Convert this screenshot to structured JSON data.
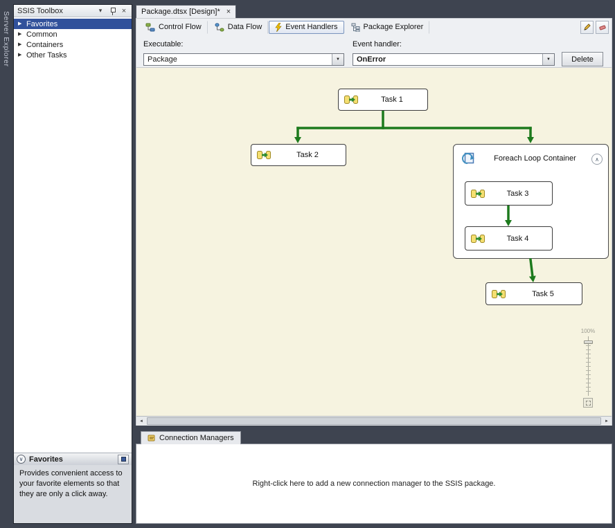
{
  "colors": {
    "chrome_dark": "#3e4450",
    "selection_blue": "#31519b",
    "canvas_background": "#f6f3e0",
    "arrow_green": "#1d7a1d",
    "task_icon_yellow": "#f5df71"
  },
  "icons": {
    "title_menu": "▾",
    "close": "×",
    "tree_collapsed": "▶",
    "dropdown_arrow": "▼",
    "collapse_down": "∨",
    "collapse_up": "∧",
    "scroll_left": "◄",
    "scroll_right": "►"
  },
  "server_explorer": {
    "label": "Server Explorer"
  },
  "toolbox": {
    "title": "SSIS Toolbox",
    "items": [
      {
        "label": "Favorites",
        "selected": true
      },
      {
        "label": "Common",
        "selected": false
      },
      {
        "label": "Containers",
        "selected": false
      },
      {
        "label": "Other Tasks",
        "selected": false
      }
    ],
    "description_panel": {
      "title": "Favorites",
      "text": "Provides convenient access to your favorite elements so that they are only a click away."
    }
  },
  "document": {
    "tab_label": "Package.dtsx [Design]*",
    "view_tabs": [
      {
        "label": "Control Flow",
        "selected": false
      },
      {
        "label": "Data Flow",
        "selected": false
      },
      {
        "label": "Event Handlers",
        "selected": true
      },
      {
        "label": "Package Explorer",
        "selected": false
      }
    ]
  },
  "toolbar": {
    "executable_label": "Executable:",
    "executable_value": "Package",
    "event_handler_label": "Event handler:",
    "event_handler_value": "OnError",
    "delete_label": "Delete"
  },
  "canvas": {
    "tasks": [
      {
        "label": "Task 1"
      },
      {
        "label": "Task 2"
      },
      {
        "label": "Task 3"
      },
      {
        "label": "Task 4"
      },
      {
        "label": "Task 5"
      }
    ],
    "container": {
      "title": "Foreach Loop Container"
    },
    "connections": [
      {
        "from": "Task 1",
        "to": "Task 2"
      },
      {
        "from": "Task 1",
        "to": "Foreach Loop Container"
      },
      {
        "from": "Task 3",
        "to": "Task 4"
      },
      {
        "from": "Foreach Loop Container",
        "to": "Task 5"
      }
    ],
    "zoom_level": "100%"
  },
  "connection_managers": {
    "tab_label": "Connection Managers",
    "hint": "Right-click here to add a new connection manager to the SSIS package."
  }
}
